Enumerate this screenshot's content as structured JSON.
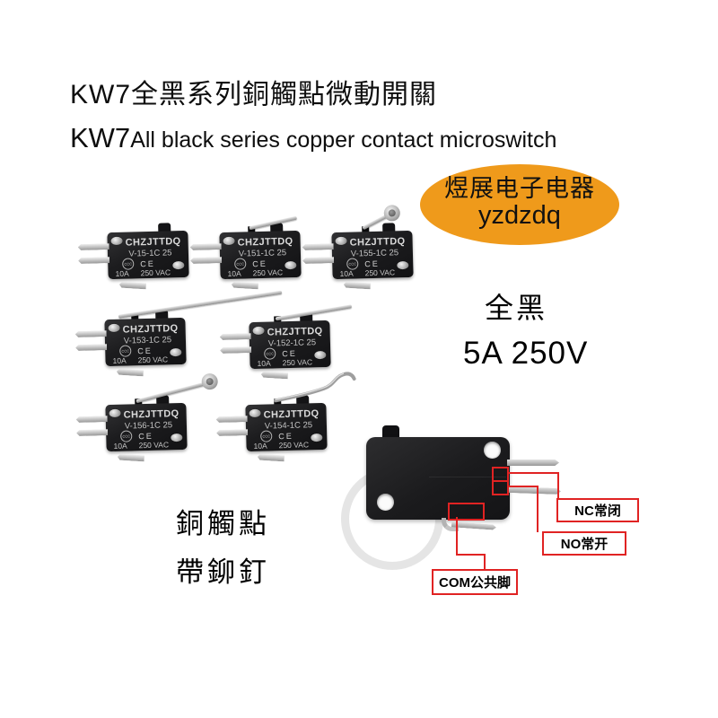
{
  "title": {
    "cn": "KW7全黑系列銅觸點微動開關",
    "en_prefix": "KW7",
    "en_rest": "All black series copper contact microswitch"
  },
  "badge": {
    "line1": "煜展电子电器",
    "line2": "yzdzdq",
    "bg_color": "#ef9a1b"
  },
  "captions": {
    "finish": "全黑",
    "rating": "5A 250V",
    "contact": "銅觸點",
    "rivet": "帶鉚釘"
  },
  "switch_common": {
    "brand": "CHZJTTDQ",
    "current": "10A",
    "voltage": "250 VAC",
    "cert_ccc": "CCC",
    "cert_ce": "CE"
  },
  "switches": [
    {
      "model": "V-15-1C 25",
      "actuator": "pin-plunger-button"
    },
    {
      "model": "V-151-1C 25",
      "actuator": "short-lever"
    },
    {
      "model": "V-155-1C 25",
      "actuator": "short-roller-lever"
    },
    {
      "model": "V-153-1C 25",
      "actuator": "long-lever"
    },
    {
      "model": "V-152-1C 25",
      "actuator": "medium-lever"
    },
    {
      "model": "V-156-1C 25",
      "actuator": "roller-lever"
    },
    {
      "model": "V-154-1C 25",
      "actuator": "simulated-roller-lever"
    }
  ],
  "pinout": {
    "nc": "NC常闭",
    "no": "NO常开",
    "com": "COM公共脚",
    "annotation_color": "#e02323"
  },
  "colors": {
    "switch_body": "#1a1a1c",
    "terminal": "#c9c9c9",
    "lever": "#b5b5b5"
  }
}
